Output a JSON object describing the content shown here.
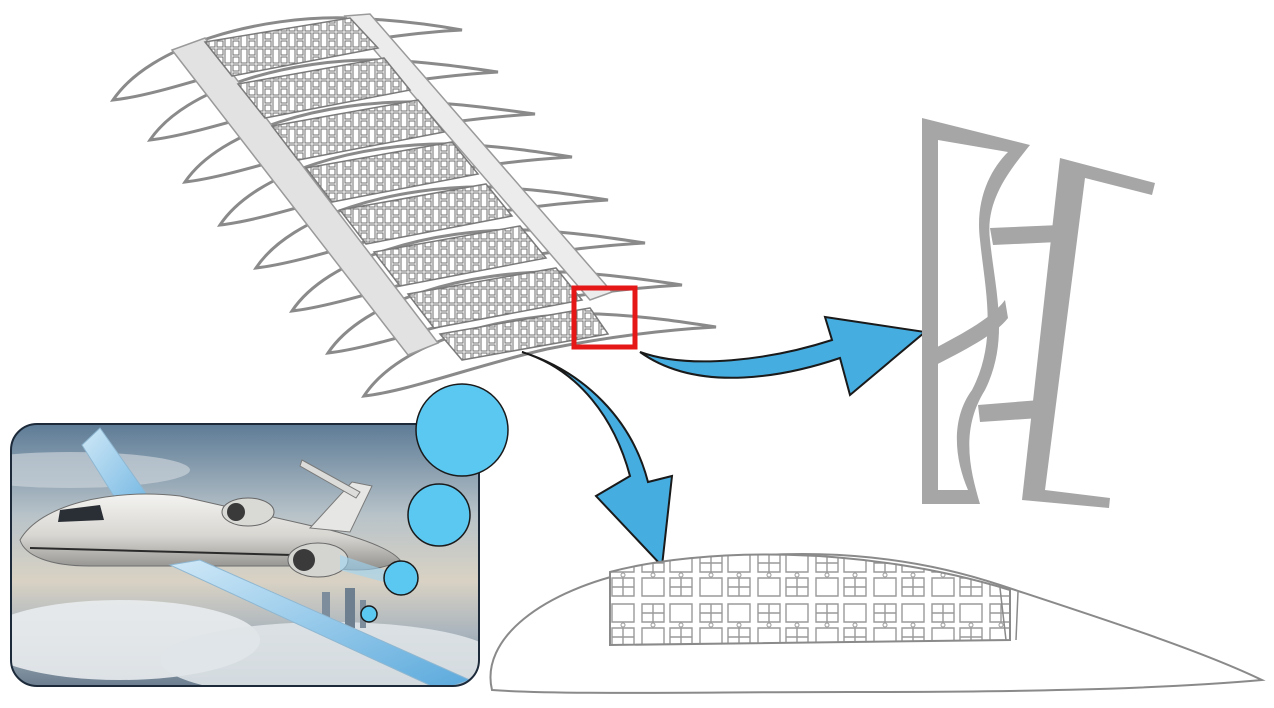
{
  "figure": {
    "panels": [
      {
        "id": "wing-assembly",
        "description_name": "wing-structure-3d"
      },
      {
        "id": "photo",
        "description_name": "business-jet-photo"
      },
      {
        "id": "airfoil-section",
        "description_name": "airfoil-lattice-section"
      },
      {
        "id": "detail",
        "description_name": "trailing-edge-detail"
      }
    ],
    "colors": {
      "arrow_fill": "#45ADE0",
      "bubble_fill": "#5BC8F2",
      "highlight_box": "#E51717",
      "structure_stroke": "#8A8A8A",
      "detail_fill": "#A6A6A6",
      "photo_border": "#1C2A3A"
    }
  }
}
